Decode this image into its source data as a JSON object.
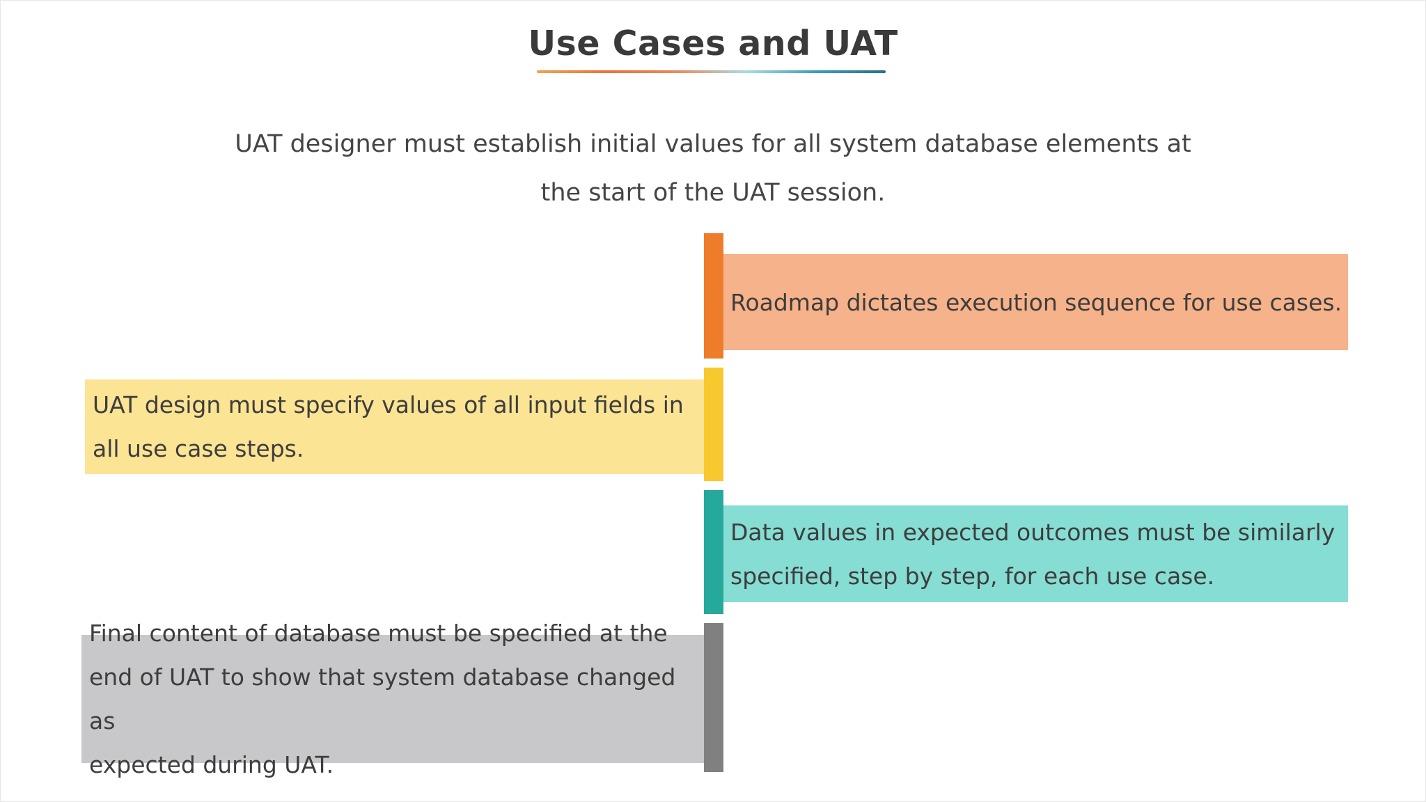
{
  "title": "Use Cases and UAT",
  "underline_colors": [
    "#f0a24a",
    "#e9733a",
    "#e88a5a",
    "#a7dde2",
    "#3a9fb5",
    "#2b6f8f"
  ],
  "intro": {
    "line1": "UAT designer must establish initial values for all system database elements at",
    "line2": "the start of the UAT session."
  },
  "steps": [
    {
      "side": "right",
      "lines": [
        "Roadmap dictates execution sequence for use cases."
      ],
      "bar_color": "#ed7d2b",
      "box_color": "#f6b28a"
    },
    {
      "side": "left",
      "lines": [
        "UAT design must specify values of all input fields in",
        "all use case steps."
      ],
      "bar_color": "#f8c82f",
      "box_color": "#fbe494"
    },
    {
      "side": "right",
      "lines": [
        "Data values in expected outcomes must be similarly",
        "specified, step by step, for each use case."
      ],
      "bar_color": "#27a89d",
      "box_color": "#86ddd3"
    },
    {
      "side": "left",
      "lines": [
        "Final content of database must be specified at the",
        "end of UAT to show that system database changed as",
        "expected during UAT."
      ],
      "bar_color": "#808080",
      "box_color": "#c8c8ca"
    }
  ]
}
